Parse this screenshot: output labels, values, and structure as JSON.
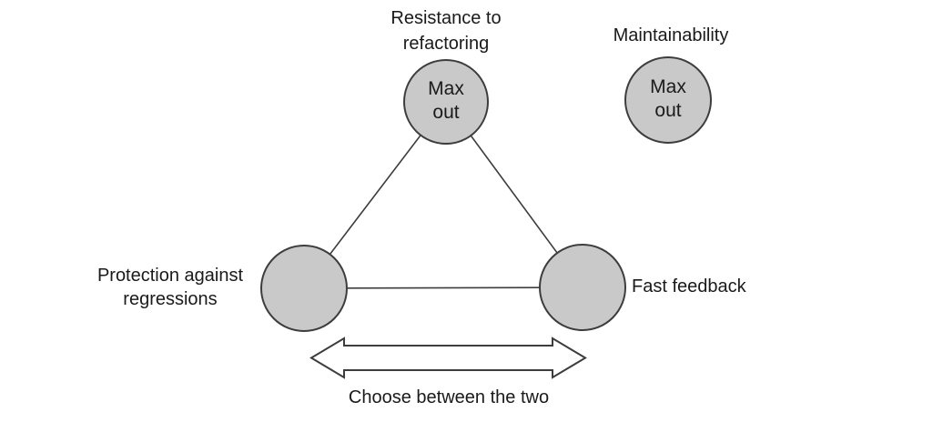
{
  "diagram": {
    "nodes": {
      "resistance": {
        "label": "Resistance to\nrefactoring",
        "value": "Max\nout"
      },
      "maintainability": {
        "label": "Maintainability",
        "value": "Max\nout"
      },
      "protection": {
        "label": "Protection against\nregressions"
      },
      "fast_feedback": {
        "label": "Fast feedback"
      }
    },
    "arrow_caption": "Choose between the two"
  },
  "colors": {
    "node_fill": "#c9c9c9",
    "shape_stroke": "#3d3d3d",
    "text": "#1a1a1a",
    "background": "#ffffff"
  }
}
